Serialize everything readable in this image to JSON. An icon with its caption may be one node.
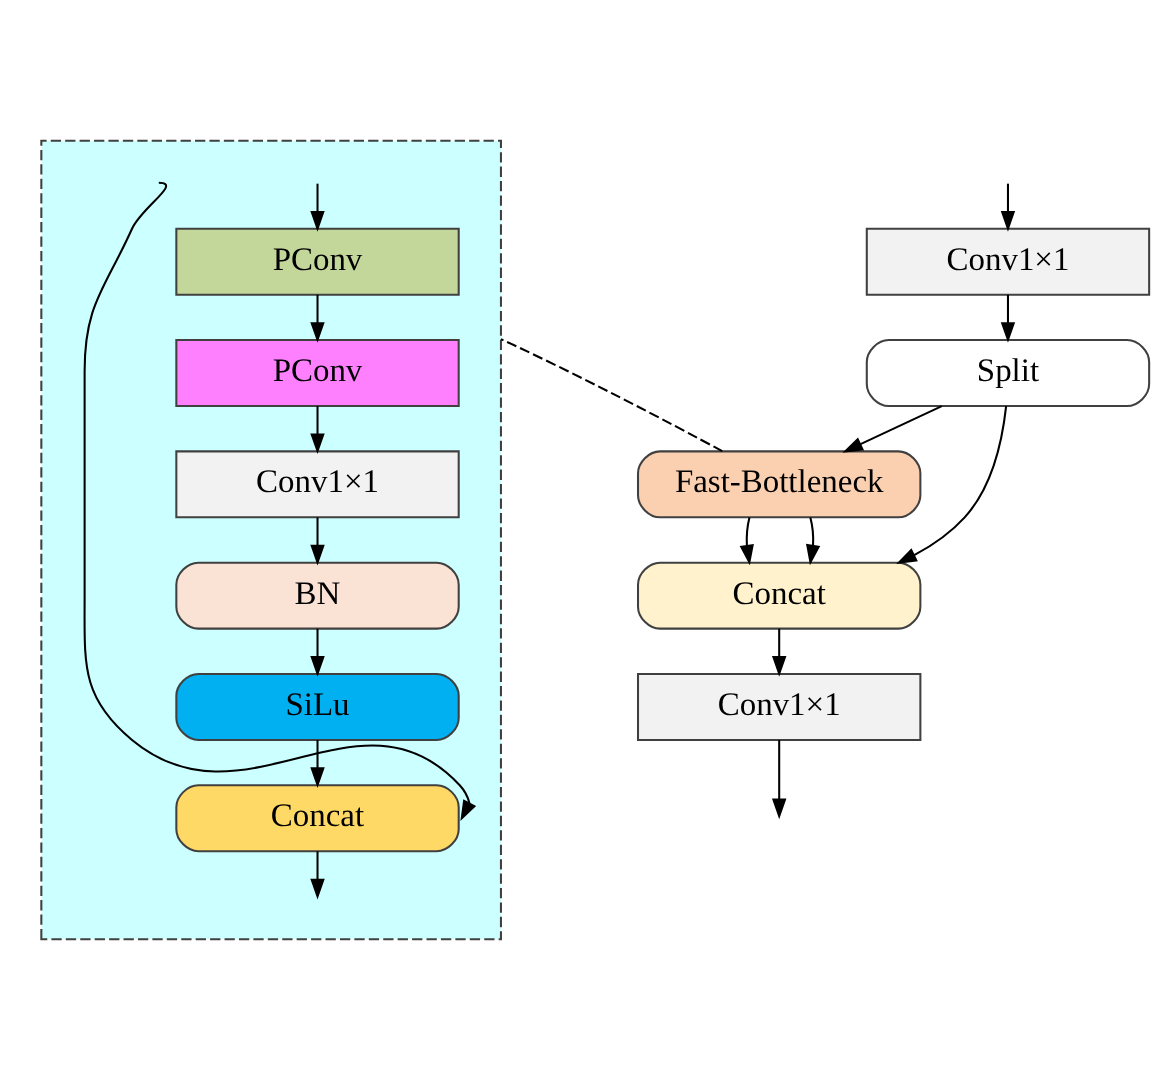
{
  "diagram": {
    "nodes": [
      {
        "text": [
          "Conv1×1"
        ]
      },
      {
        "text": [
          "Split"
        ]
      },
      {
        "text": [
          "Fast-Bottleneck"
        ]
      },
      {
        "text": [
          "Concat"
        ]
      },
      {
        "text": [
          "Conv1×1"
        ]
      },
      {
        "text": [],
        "shape": "box"
      },
      {
        "text": [
          "PConv"
        ],
        "in": 5
      },
      {
        "text": [
          "PConv"
        ],
        "in": 5
      },
      {
        "text": [
          "Conv1×1"
        ],
        "in": 5
      },
      {
        "text": [
          "BN"
        ],
        "in": 5
      },
      {
        "text": [
          "SiLu"
        ],
        "in": 5
      },
      {
        "text": [
          "Concat"
        ],
        "in": 5
      }
    ],
    "edges": [
      {
        "from": null,
        "to": 0,
        "arrow": "to"
      },
      {
        "from": 0,
        "to": 1,
        "arrow": "to"
      },
      {
        "from": 1,
        "to": 2,
        "arrow": "to"
      },
      {
        "from": 2,
        "to": 3,
        "arrow": "to"
      },
      {
        "from": 1,
        "to": 3,
        "arrow": "to"
      },
      {
        "from": 2,
        "to": 3,
        "arrow": "to"
      },
      {
        "from": 3,
        "to": 4,
        "arrow": "to"
      },
      {
        "from": 4,
        "to": null,
        "arrow": "to"
      },
      {
        "from": 2,
        "to": 5,
        "arrow": "none",
        "style": "dashed"
      },
      {
        "from": null,
        "to": 6,
        "arrow": "to"
      },
      {
        "from": 6,
        "to": 7,
        "arrow": "to"
      },
      {
        "from": 7,
        "to": 8,
        "arrow": "to"
      },
      {
        "from": 8,
        "to": 9,
        "arrow": "to"
      },
      {
        "from": 9,
        "to": 10,
        "arrow": "to"
      },
      {
        "from": 10,
        "to": 11,
        "arrow": "to"
      },
      {
        "from": null,
        "to": 11,
        "arrow": "to"
      },
      {
        "from": 11,
        "to": null,
        "arrow": "to"
      }
    ]
  }
}
